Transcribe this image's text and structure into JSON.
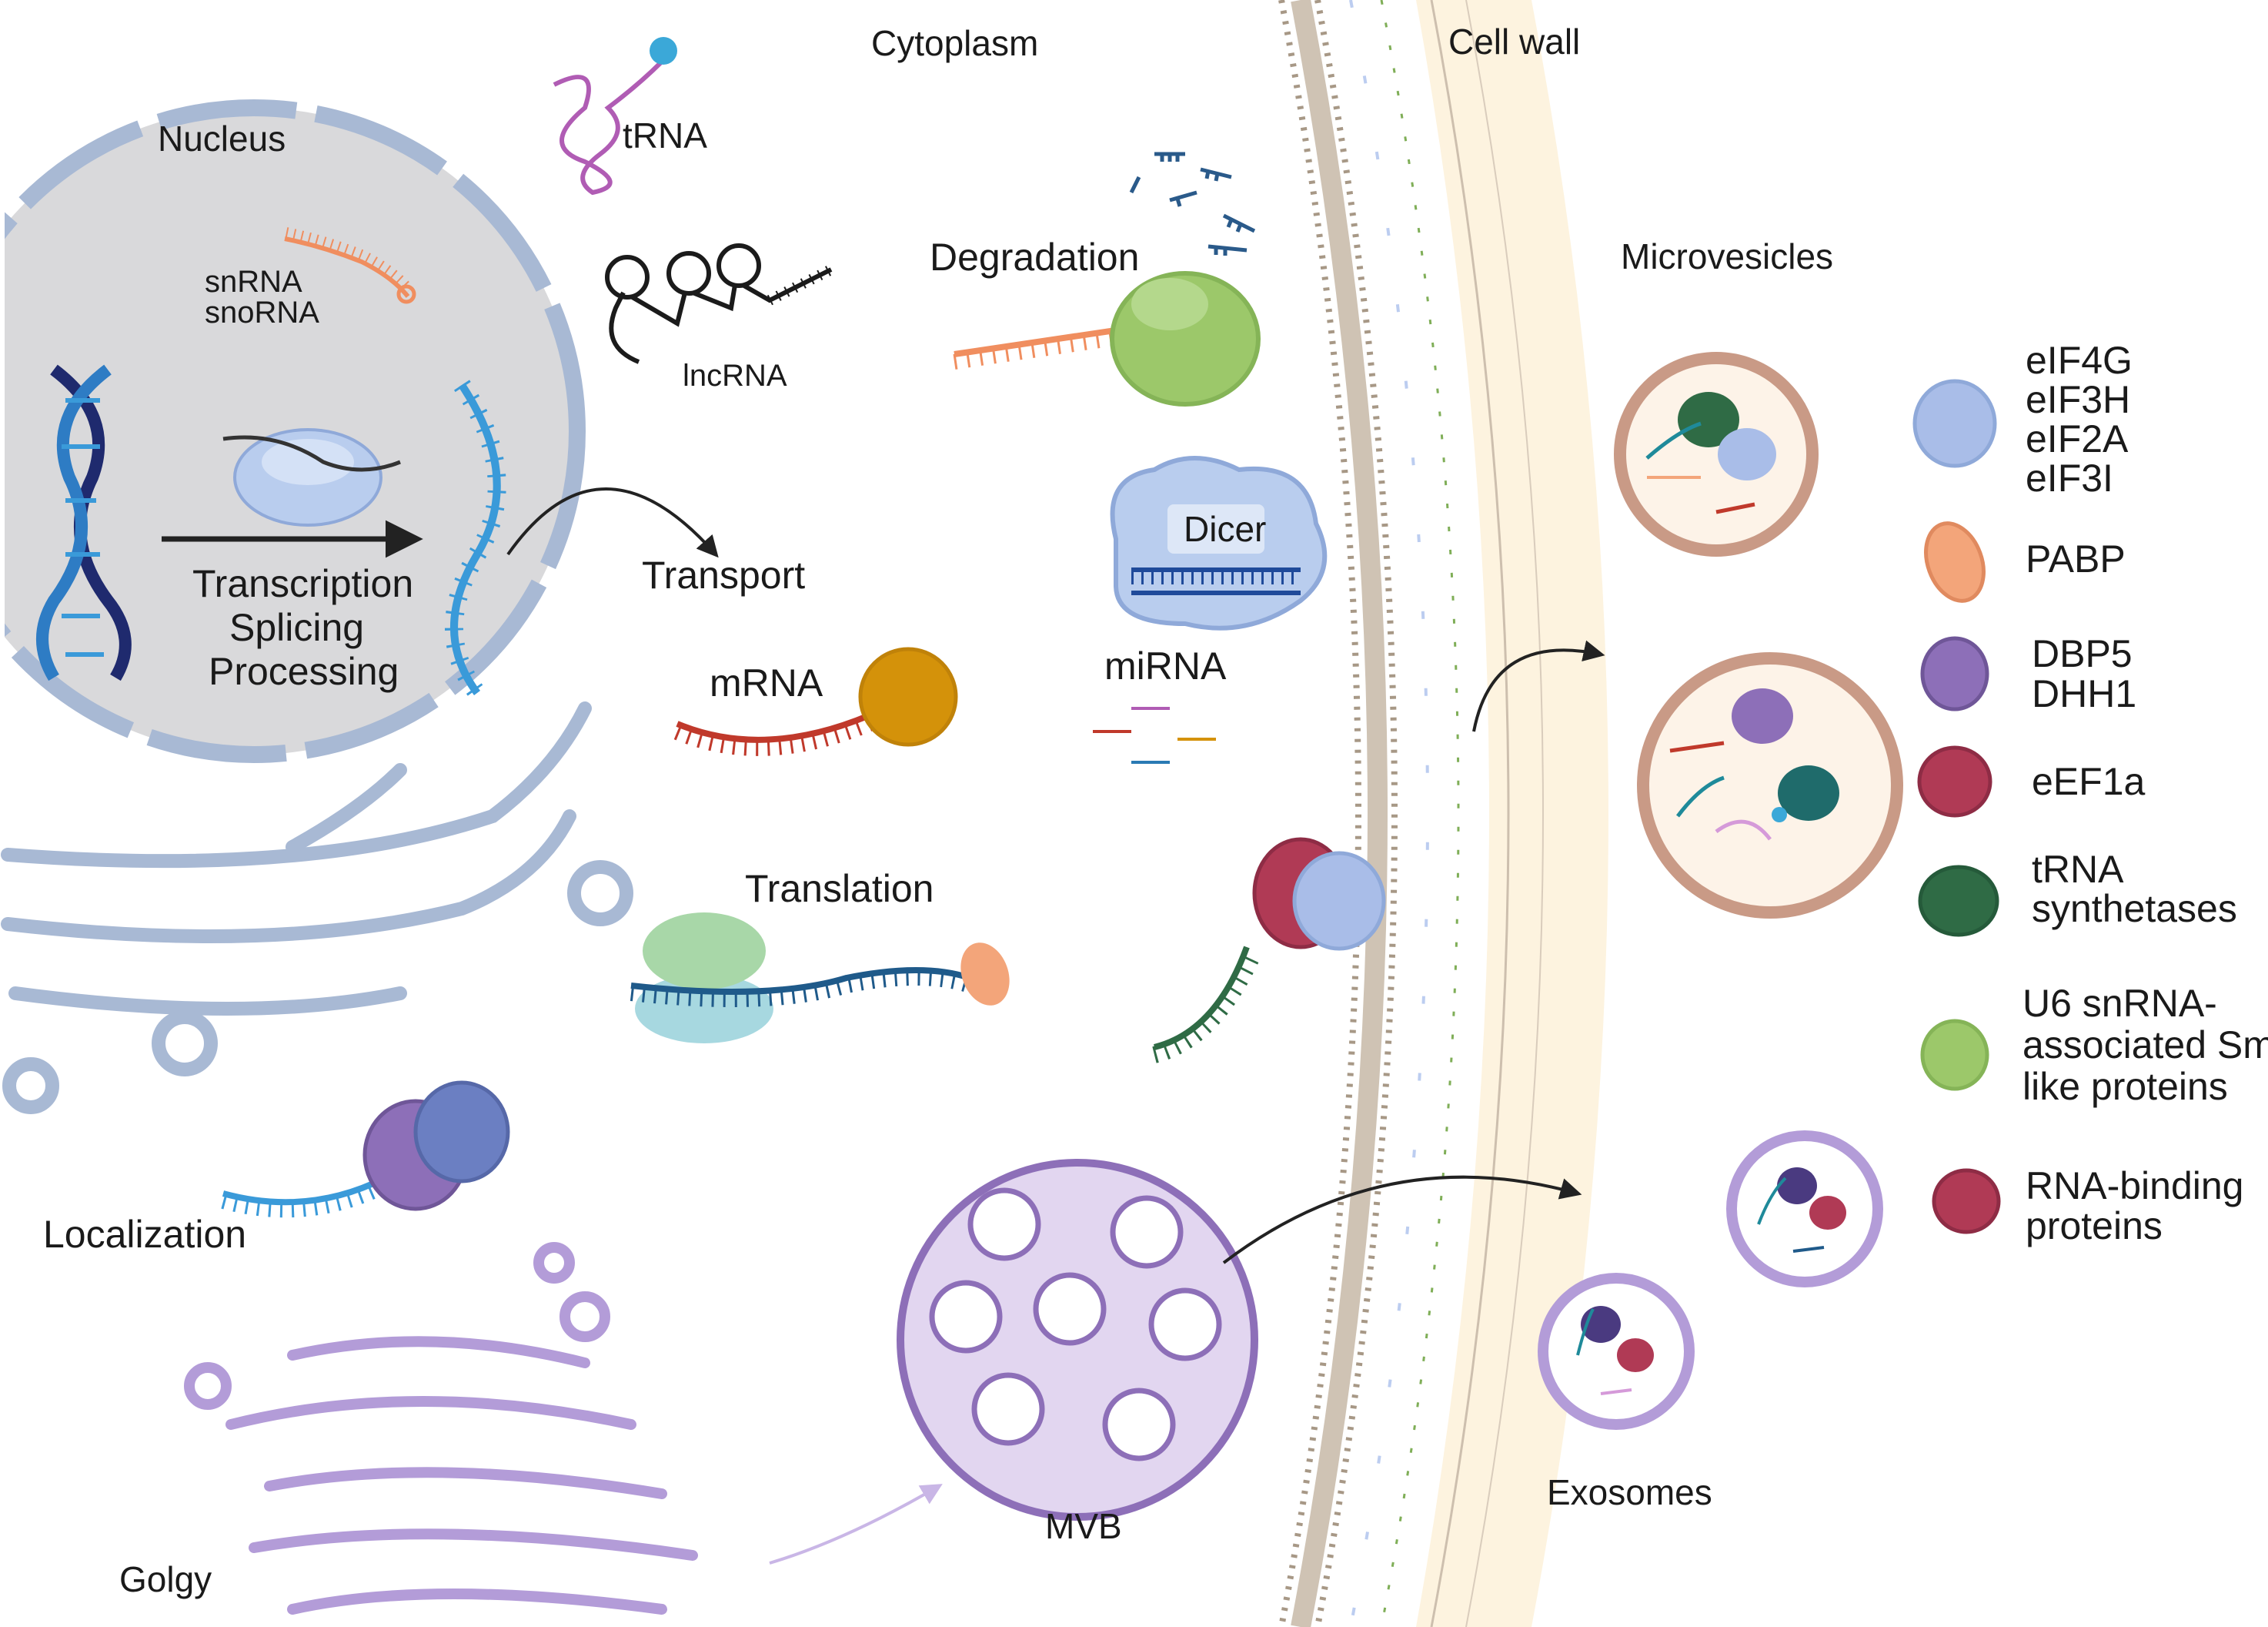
{
  "compartments": {
    "nucleus": "Nucleus",
    "cytoplasm": "Cytoplasm",
    "cell_wall": "Cell wall",
    "golgi": "Golgy",
    "mvb": "MVB",
    "microvesicles": "Microvesicles",
    "exosomes": "Exosomes"
  },
  "rnas": {
    "trna": "tRNA",
    "snrna": "snRNA",
    "snorna": "snoRNA",
    "lncrna": "lncRNA",
    "mrna": "mRNA",
    "mirna": "miRNA",
    "dicer": "Dicer"
  },
  "processes": {
    "transcription": "Transcription",
    "splicing": "Splicing",
    "processing": "Processing",
    "transport": "Transport",
    "degradation": "Degradation",
    "translation": "Translation",
    "localization": "Localization"
  },
  "legend": [
    {
      "lines": [
        "eIF4G",
        "eIF3H",
        "eIF2A",
        "eIF3I"
      ],
      "color": "#a9bde8"
    },
    {
      "lines": [
        "PABP"
      ],
      "color": "#f3a57a"
    },
    {
      "lines": [
        "DBP5",
        "DHH1"
      ],
      "color": "#8d6fb8"
    },
    {
      "lines": [
        "eEF1a"
      ],
      "color": "#b03a55"
    },
    {
      "lines": [
        "tRNA",
        "synthetases"
      ],
      "color": "#2f6b45"
    },
    {
      "lines": [
        "U6 snRNA-",
        "associated Sm-",
        "like proteins"
      ],
      "color": "#9cc86a"
    },
    {
      "lines": [
        "RNA-binding",
        "proteins"
      ],
      "color": "#b03a55"
    }
  ]
}
